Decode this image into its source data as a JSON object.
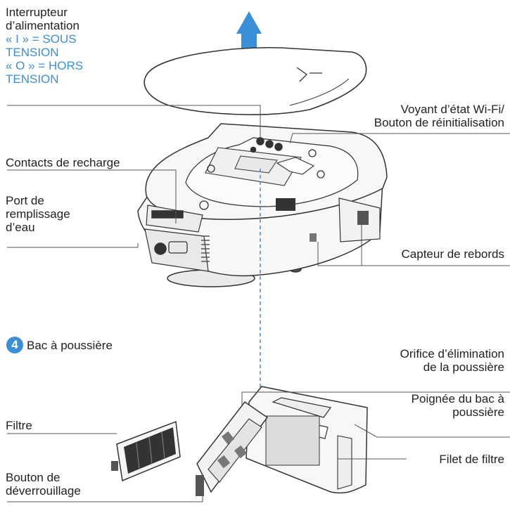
{
  "colors": {
    "accent": "#3a8fd6",
    "text": "#222222",
    "line": "#555555",
    "body_fill": "#f7f7f7",
    "body_stroke": "#333333"
  },
  "labels": {
    "power_switch": {
      "title": [
        "Interrupteur",
        "d’alimentation"
      ],
      "states": [
        "« I » = SOUS",
        "TENSION",
        "« O » = HORS",
        "TENSION"
      ]
    },
    "wifi": [
      "Voyant d’état Wi-Fi/",
      "Bouton de réinitialisation"
    ],
    "charging_contacts": "Contacts de recharge",
    "water_port": [
      "Port de",
      "remplissage",
      "d’eau"
    ],
    "cliff_sensor": "Capteur de rebords",
    "section_number": "4",
    "section_title": "Bac à poussière",
    "dust_outlet": [
      "Orifice d’élimination",
      "de la poussière"
    ],
    "bin_handle": [
      "Poignée du bac à",
      "poussière"
    ],
    "filter": "Filtre",
    "filter_mesh": "Filet de filtre",
    "release_button": [
      "Bouton de",
      "déverrouillage"
    ]
  }
}
